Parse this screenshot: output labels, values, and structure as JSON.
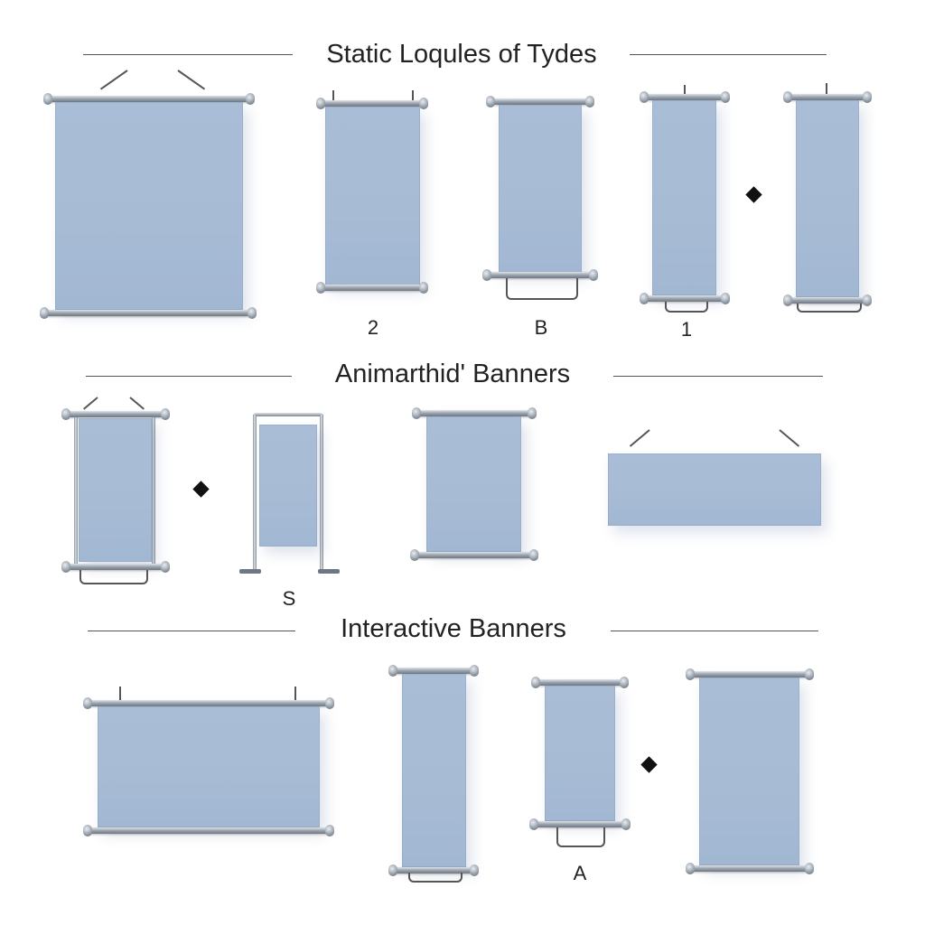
{
  "sections": [
    {
      "title": "Static Loqules of Tydes"
    },
    {
      "title": "Animarthid' Banners"
    },
    {
      "title": "Interactive Banners"
    }
  ],
  "labels": {
    "static_2": "2",
    "static_b": "B",
    "static_1": "1",
    "animated_s": "S",
    "interactive_a": "A"
  },
  "colors": {
    "banner": "#a9bdd6",
    "rod": "#9aa3ad",
    "line": "#555555",
    "text": "#222222",
    "background": "#ffffff"
  },
  "icons": [
    "diamond-marker",
    "diamond-marker",
    "diamond-marker"
  ]
}
